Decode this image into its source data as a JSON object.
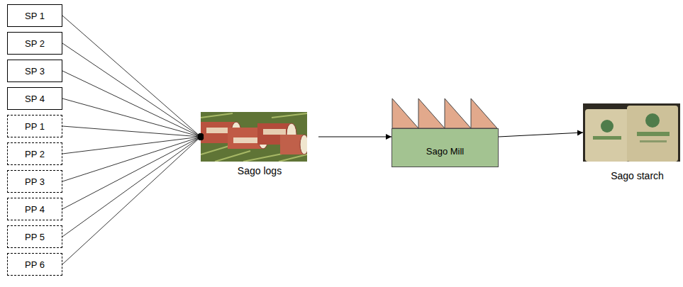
{
  "diagram": {
    "nodes": [
      {
        "text": [
          "SP 1"
        ]
      },
      {
        "text": [
          "SP 2"
        ]
      },
      {
        "text": [
          "SP 3"
        ]
      },
      {
        "text": [
          "SP 4"
        ]
      },
      {
        "text": [
          "PP 1"
        ]
      },
      {
        "text": [
          "PP 2"
        ]
      },
      {
        "text": [
          "PP 3"
        ]
      },
      {
        "text": [
          "PP 4"
        ]
      },
      {
        "text": [
          "PP 5"
        ]
      },
      {
        "text": [
          "PP 6"
        ]
      },
      {
        "text": [
          "Sago logs"
        ]
      },
      {
        "text": [
          "Sago Mill"
        ]
      },
      {
        "text": [
          "Sago starch"
        ]
      }
    ],
    "edges": [
      {
        "from": 0,
        "to": 10,
        "arrow": "to"
      },
      {
        "from": 1,
        "to": 10,
        "arrow": "to"
      },
      {
        "from": 2,
        "to": 10,
        "arrow": "to"
      },
      {
        "from": 3,
        "to": 10,
        "arrow": "to"
      },
      {
        "from": 4,
        "to": 10,
        "arrow": "to"
      },
      {
        "from": 5,
        "to": 10,
        "arrow": "to"
      },
      {
        "from": 6,
        "to": 10,
        "arrow": "to"
      },
      {
        "from": 7,
        "to": 10,
        "arrow": "to"
      },
      {
        "from": 8,
        "to": 10,
        "arrow": "to"
      },
      {
        "from": 9,
        "to": 10,
        "arrow": "to"
      },
      {
        "from": 10,
        "to": 11,
        "arrow": "to"
      },
      {
        "from": 11,
        "to": 12,
        "arrow": "to"
      }
    ]
  }
}
